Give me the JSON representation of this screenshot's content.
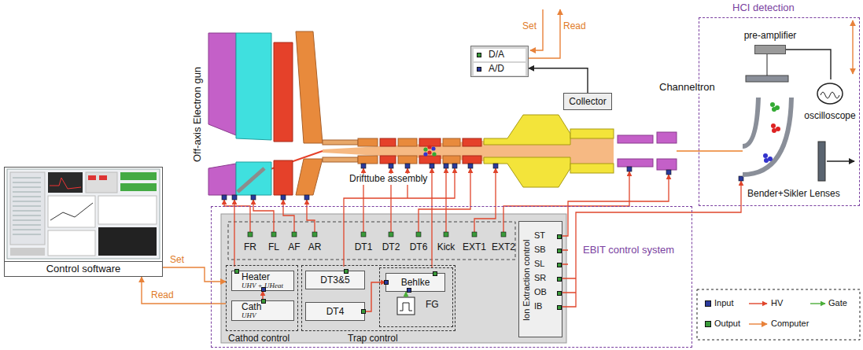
{
  "diagram": {
    "nodes": [
      {
        "text": [
          "D/A",
          "A/D"
        ]
      },
      {
        "text": [
          "HCI detection"
        ]
      },
      {
        "text": [
          "pre-amplifier"
        ],
        "in": 1
      },
      {
        "text": [
          "oscilloscope"
        ],
        "in": 1
      },
      {
        "text": [
          "Collector"
        ]
      },
      {
        "text": [
          "Control software"
        ]
      },
      {
        "text": [
          "EBIT control system"
        ]
      },
      {
        "text": [
          "Cathod control"
        ],
        "in": 6
      },
      {
        "text": [
          "Heater",
          "UHV + UHeat"
        ],
        "in": 7
      },
      {
        "text": [
          "Cath",
          "UHV"
        ],
        "in": 7
      },
      {
        "text": [
          "Trap control"
        ],
        "in": 6
      },
      {
        "text": [
          "DT3&5"
        ],
        "in": 10
      },
      {
        "text": [
          "DT4"
        ],
        "in": 10
      },
      {
        "text": [
          "FG"
        ],
        "in": 10
      },
      {
        "text": [
          "Behlke"
        ],
        "in": 13
      },
      {
        "text": [
          "Ion Extraction control"
        ],
        "in": 6
      }
    ],
    "edges": [
      {
        "from": 4,
        "to": 0,
        "arrow": "to"
      },
      {
        "from": 2,
        "to": 3,
        "arrow": "none"
      },
      {
        "from": 5,
        "to": 7,
        "label": "Set",
        "arrow": "to"
      },
      {
        "from": 7,
        "to": 5,
        "label": "Read",
        "arrow": "to"
      },
      {
        "from": 9,
        "to": 8,
        "arrow": "to"
      },
      {
        "from": 12,
        "to": 14,
        "arrow": "to"
      }
    ],
    "labels": [
      "Set",
      "Read",
      "Channeltron",
      "Off-axis Electron gun",
      "Drifttube assembly",
      "Bender+Sikler Lenses",
      "FR",
      "FL",
      "AF",
      "AR",
      "DT1",
      "DT2",
      "DT6",
      "Kick",
      "EXT1",
      "EXT2",
      "ST",
      "SB",
      "SL",
      "SR",
      "OB",
      "IB"
    ],
    "legend": [
      {
        "text": "Input",
        "color": "#2b3a9c"
      },
      {
        "text": "HV"
      },
      {
        "text": "Gate"
      },
      {
        "text": "Output",
        "color": "#3a9a3a"
      },
      {
        "text": "Computer"
      }
    ]
  }
}
